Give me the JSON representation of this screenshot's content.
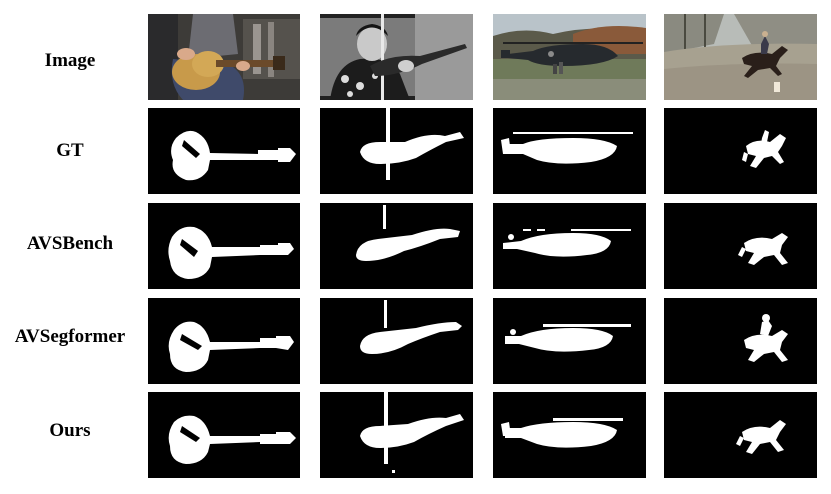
{
  "figure": {
    "row_labels": [
      "Image",
      "GT",
      "AVSBench",
      "AVSegformer",
      "Ours"
    ],
    "columns": [
      {
        "name": "guitar-icon",
        "subject": "guitar"
      },
      {
        "name": "violin-icon",
        "subject": "violin"
      },
      {
        "name": "helicopter-icon",
        "subject": "helicopter"
      },
      {
        "name": "horse-icon",
        "subject": "horse"
      }
    ]
  },
  "colors": {
    "mask_background": "#000000",
    "mask_foreground": "#ffffff"
  }
}
